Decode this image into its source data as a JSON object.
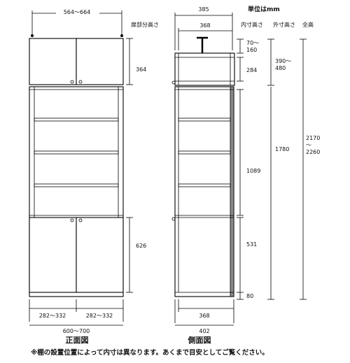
{
  "labels": {
    "unit": "単位はmm",
    "front_title": "正面図",
    "side_title": "側面図",
    "note": "※棚の設置位置によって内寸は異なります。あくまで目安としてご覧ください。",
    "hdr_door_height": "扉部分高さ",
    "hdr_inner_height": "内寸高さ",
    "hdr_outer_height": "外寸高さ",
    "hdr_total_height": "全高"
  },
  "front_dims": {
    "top_width": "564～664",
    "upper_door": "364",
    "lower_door": "626",
    "door_left": "282～332",
    "door_right": "282～332",
    "total_width": "600～700"
  },
  "side_dims": {
    "depth_top": "385",
    "inner_depth_top": "368",
    "inner_depth_bottom": "368",
    "depth_bottom": "402",
    "gap_top": "70～160",
    "upper_inner": "284",
    "middle_inner": "1089",
    "lower_inner": "531",
    "base": "80",
    "upper_outer": "390～480",
    "body_outer": "1780",
    "total": "2170～2260"
  },
  "accent_colors": {
    "line": "#000000",
    "side_panel": "#8a8a8a"
  }
}
